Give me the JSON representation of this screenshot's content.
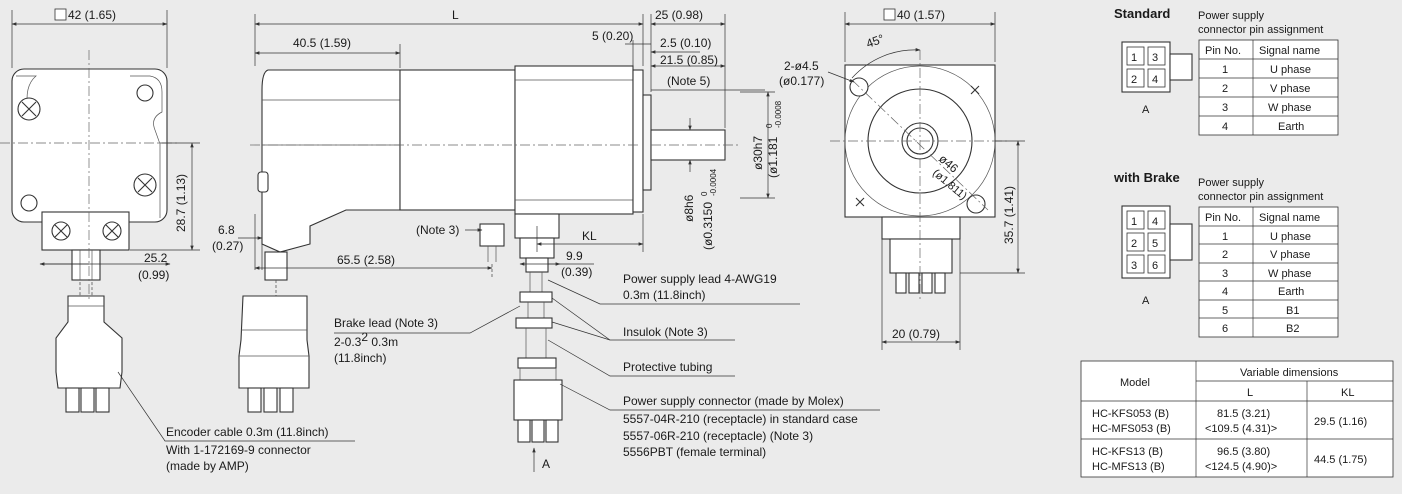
{
  "dims": {
    "sq42": "42 (1.65)",
    "L": "L",
    "d25": "25 (0.98)",
    "sq40": "40 (1.57)",
    "d40_5": "40.5 (1.59)",
    "d5": "5 (0.20)",
    "d2_5": "2.5 (0.10)",
    "d21_5": "21.5 (0.85)",
    "note5": "(Note 5)",
    "hole_a": "2-ø4.5",
    "hole_b": "(ø0.177)",
    "angle": "45°",
    "h28_7": "28.7 (1.13)",
    "d25_2a": "25.2",
    "d25_2b": "(0.99)",
    "d6_8a": "6.8",
    "d6_8b": "(0.27)",
    "d65_5": "65.5 (2.58)",
    "note3": "(Note 3)",
    "KL": "KL",
    "d9_9a": "9.9",
    "d9_9b": "(0.39)",
    "shaft30": "ø30h7",
    "shaft30_in": "(ø1.181",
    "shaft30_tol_up": "0",
    "shaft30_tol_lo": "-0.0008",
    "shaft8": "ø8h6",
    "shaft8_in": "(ø0.3150",
    "shaft8_tol_up": "0",
    "shaft8_tol_lo": "-0.0004",
    "pcd_a": "ø46",
    "pcd_b": "(ø1.811)",
    "h35_7": "35.7 (1.41)",
    "d20": "20 (0.79)"
  },
  "callouts": {
    "power_lead_1": "Power supply lead 4-AWG19",
    "power_lead_2": "0.3m (11.8inch)",
    "brake_1": "Brake lead (Note 3)",
    "brake_2a": "2-0.3",
    "brake_2sup": "2",
    "brake_2b": " 0.3m",
    "brake_3": "(11.8inch)",
    "insulok": "Insulok (Note 3)",
    "tubing": "Protective tubing",
    "molex_1": "Power supply connector (made by Molex)",
    "molex_2": "5557-04R-210 (receptacle) in standard case",
    "molex_3": "5557-06R-210 (receptacle) (Note 3)",
    "molex_4": "5556PBT (female terminal)",
    "encoder_1": "Encoder cable 0.3m (11.8inch)",
    "encoder_2": "With 1-172169-9 connector",
    "encoder_3": "(made by AMP)",
    "arrow_a": "A"
  },
  "standard": {
    "title": "Standard",
    "desc_1": "Power supply",
    "desc_2": "connector pin assignment",
    "pins_grid": [
      "1",
      "3",
      "2",
      "4"
    ],
    "view": "A",
    "headers": [
      "Pin No.",
      "Signal name"
    ],
    "rows": [
      [
        "1",
        "U phase"
      ],
      [
        "2",
        "V phase"
      ],
      [
        "3",
        "W phase"
      ],
      [
        "4",
        "Earth"
      ]
    ]
  },
  "brake": {
    "title": "with Brake",
    "desc_1": "Power supply",
    "desc_2": "connector pin assignment",
    "pins_grid": [
      "1",
      "4",
      "2",
      "5",
      "3",
      "6"
    ],
    "view": "A",
    "headers": [
      "Pin No.",
      "Signal name"
    ],
    "rows": [
      [
        "1",
        "U phase"
      ],
      [
        "2",
        "V phase"
      ],
      [
        "3",
        "W phase"
      ],
      [
        "4",
        "Earth"
      ],
      [
        "5",
        "B1"
      ],
      [
        "6",
        "B2"
      ]
    ]
  },
  "variable": {
    "header_model": "Model",
    "header_group": "Variable dimensions",
    "header_L": "L",
    "header_KL": "KL",
    "rows": [
      {
        "model_1": "HC-KFS053 (B)",
        "model_2": "HC-MFS053 (B)",
        "L_1": "81.5 (3.21)",
        "L_2": "<109.5 (4.31)>",
        "KL": "29.5 (1.16)"
      },
      {
        "model_1": "HC-KFS13 (B)",
        "model_2": "HC-MFS13 (B)",
        "L_1": "96.5 (3.80)",
        "L_2": "<124.5 (4.90)>",
        "KL": "44.5 (1.75)"
      }
    ]
  }
}
